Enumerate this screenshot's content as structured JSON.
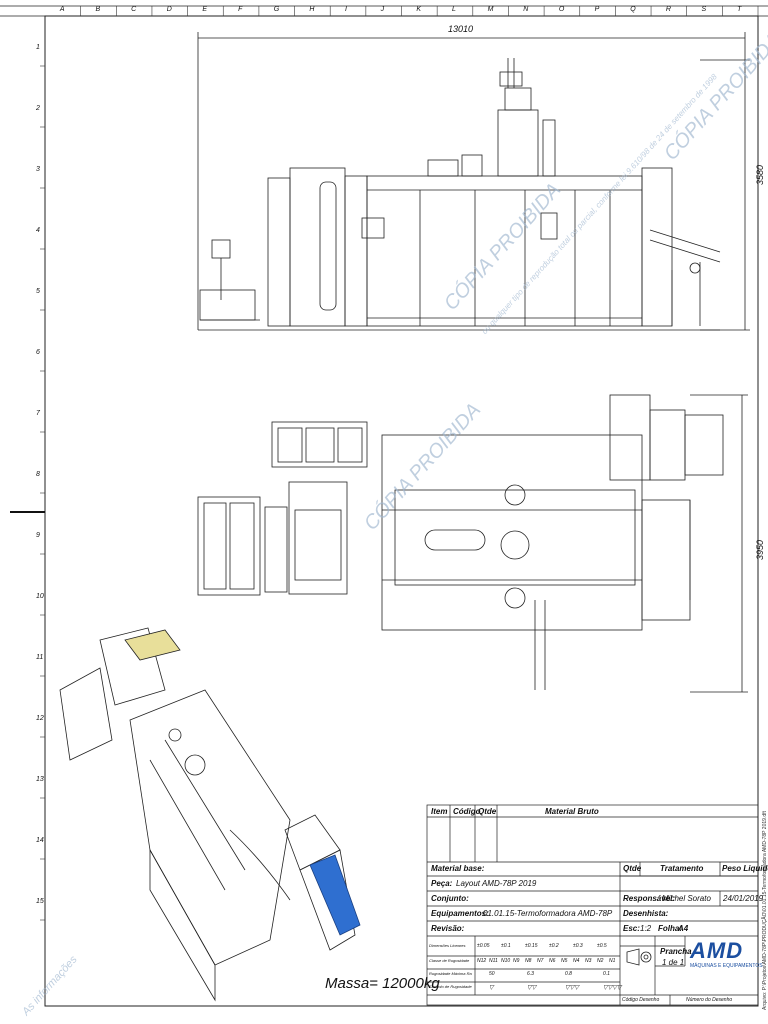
{
  "border": {
    "columns": [
      "A",
      "B",
      "C",
      "D",
      "E",
      "F",
      "G",
      "H",
      "I",
      "J",
      "K",
      "L",
      "M",
      "N",
      "O",
      "P",
      "Q",
      "R",
      "S",
      "T"
    ],
    "rows": [
      "1",
      "2",
      "3",
      "4",
      "5",
      "6",
      "7",
      "8",
      "9",
      "10",
      "11",
      "12",
      "13",
      "14",
      "15"
    ]
  },
  "dimensions": {
    "overall_length": "13010",
    "side_height": "3580",
    "plan_width": "3950"
  },
  "watermark": {
    "text": "CÓPIA PROIBIDA",
    "line2": "ou qualquer tipo de reprodução total ou parcial, conforme lei 9.610/98 de 24 de setembro de 1998",
    "bottom_text": "As informações"
  },
  "mass_label": "Massa= 12000kg",
  "side_note": "Arquivo: P:\\Projetos\\AMD-78P\\PRODUÇÃO\\01.01.15-Termoformadora AMD-78P 2019.dft",
  "title_block": {
    "header": {
      "item": "Item",
      "codigo": "Código",
      "qtde": "Qtde",
      "material_bruto": "Material Bruto"
    },
    "material_base_label": "Material base:",
    "qtde_label": "Qtde",
    "tratamento_label": "Tratamento",
    "peso_label": "Peso Liquido",
    "peca_label": "Peça:",
    "peca_value": "Layout AMD-78P 2019",
    "conjunto_label": "Conjunto:",
    "responsavel_label": "Responsável:",
    "responsavel_value": "Michel Sorato",
    "date_value": "24/01/2019",
    "equipamentos_label": "Equipamentos:",
    "equipamentos_value": "01.01.15-Termoformadora AMD-78P",
    "desenhista_label": "Desenhista:",
    "revisao_label": "Revisão:",
    "esc_label": "Esc:",
    "esc_value": "1:2",
    "folha_label": "Folha:",
    "folha_value": "A4",
    "prancha_label": "Prancha",
    "prancha_value": "1 de 1",
    "logo_text": "AMD",
    "logo_sub": "MÁQUINAS E EQUIPAMENTOS",
    "codigo_desenho_label": "Código Desenho",
    "numero_desenho_label": "Número do Desenho",
    "tol_rows": [
      "Dimensões Lineares",
      "Classe de Rugosidade",
      "Rugosidade Máxima Ra",
      "Símbolo de Rugosidade"
    ],
    "tol_values": [
      "±0.05",
      "±0.1",
      "±0.15",
      "±0.2",
      "±0.3",
      "±0.5"
    ],
    "rug_classes": [
      "N12",
      "N11",
      "N10",
      "N9",
      "N8",
      "N7",
      "N6",
      "N5",
      "N4",
      "N3",
      "N2",
      "N1"
    ],
    "rug_values": [
      "50",
      "6.3",
      "0.8",
      "0.1"
    ],
    "rug_symbols": [
      "▽",
      "▽▽",
      "▽▽▽",
      "▽▽▽▽"
    ]
  }
}
